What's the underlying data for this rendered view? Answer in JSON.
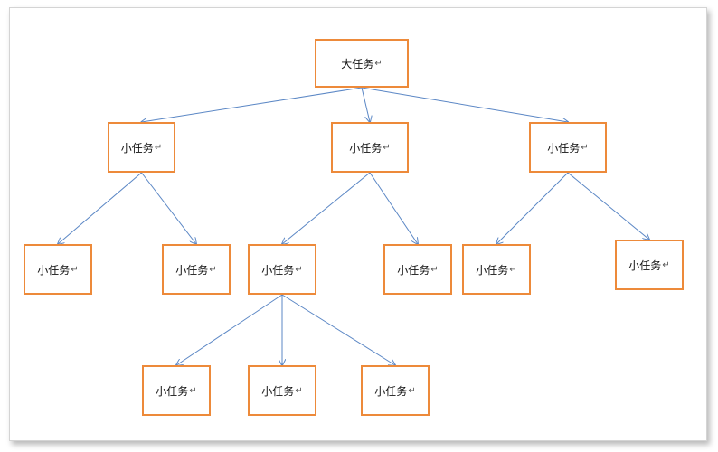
{
  "diagram": {
    "nodes": [
      {
        "id": "root",
        "label": "大任务",
        "mark": "↵"
      },
      {
        "id": "l1a",
        "label": "小任务",
        "mark": "↵"
      },
      {
        "id": "l1b",
        "label": "小任务",
        "mark": "↵"
      },
      {
        "id": "l1c",
        "label": "小任务",
        "mark": "↵"
      },
      {
        "id": "l2a",
        "label": "小任务",
        "mark": "↵"
      },
      {
        "id": "l2b",
        "label": "小任务",
        "mark": "↵"
      },
      {
        "id": "l2c",
        "label": "小任务",
        "mark": "↵"
      },
      {
        "id": "l2d",
        "label": "小任务",
        "mark": "↵"
      },
      {
        "id": "l2e",
        "label": "小任务",
        "mark": "↵"
      },
      {
        "id": "l2f",
        "label": "小任务",
        "mark": "↵"
      },
      {
        "id": "l3a",
        "label": "小任务",
        "mark": "↵"
      },
      {
        "id": "l3b",
        "label": "小任务",
        "mark": "↵"
      },
      {
        "id": "l3c",
        "label": "小任务",
        "mark": "↵"
      }
    ],
    "edges": [
      {
        "from": "root",
        "to": "l1a"
      },
      {
        "from": "root",
        "to": "l1b"
      },
      {
        "from": "root",
        "to": "l1c"
      },
      {
        "from": "l1a",
        "to": "l2a"
      },
      {
        "from": "l1a",
        "to": "l2b"
      },
      {
        "from": "l1b",
        "to": "l2c"
      },
      {
        "from": "l1b",
        "to": "l2d"
      },
      {
        "from": "l1c",
        "to": "l2e"
      },
      {
        "from": "l1c",
        "to": "l2f"
      },
      {
        "from": "l2c",
        "to": "l3a"
      },
      {
        "from": "l2c",
        "to": "l3b"
      },
      {
        "from": "l2c",
        "to": "l3c"
      }
    ],
    "colors": {
      "node_border": "#ed8a3a",
      "edge": "#5b87c5"
    }
  }
}
